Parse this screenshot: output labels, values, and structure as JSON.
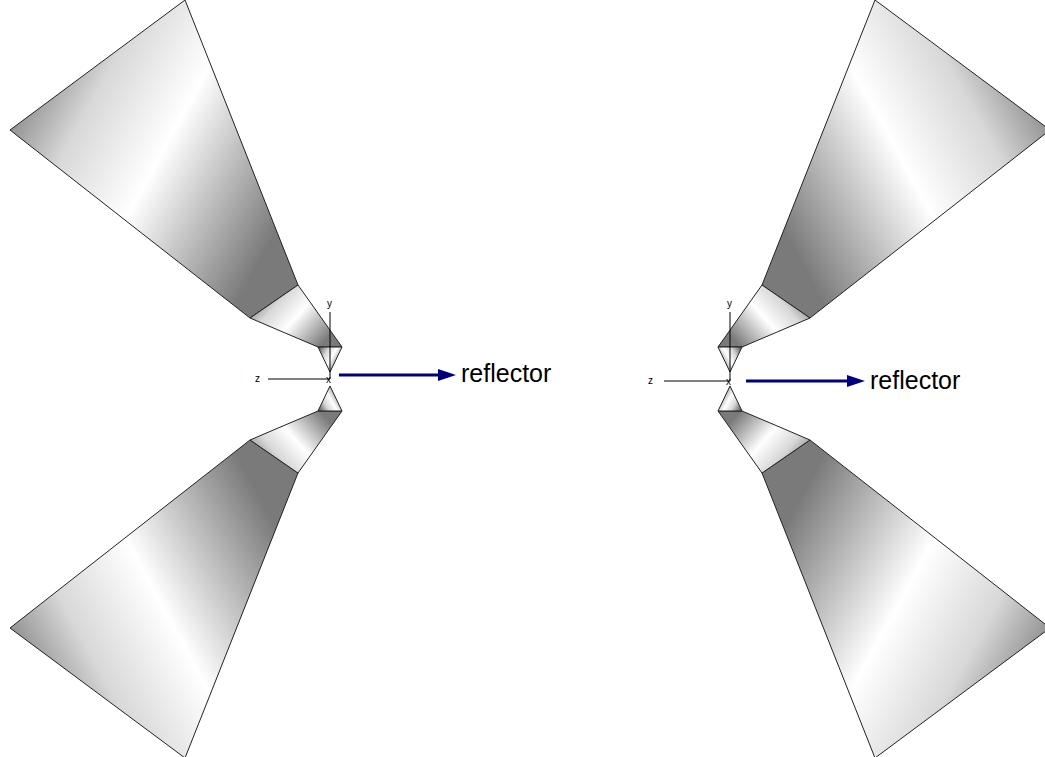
{
  "diagram": {
    "labels": [
      "y",
      "z",
      "x",
      "reflector",
      "y",
      "z",
      "x",
      "reflector"
    ]
  }
}
